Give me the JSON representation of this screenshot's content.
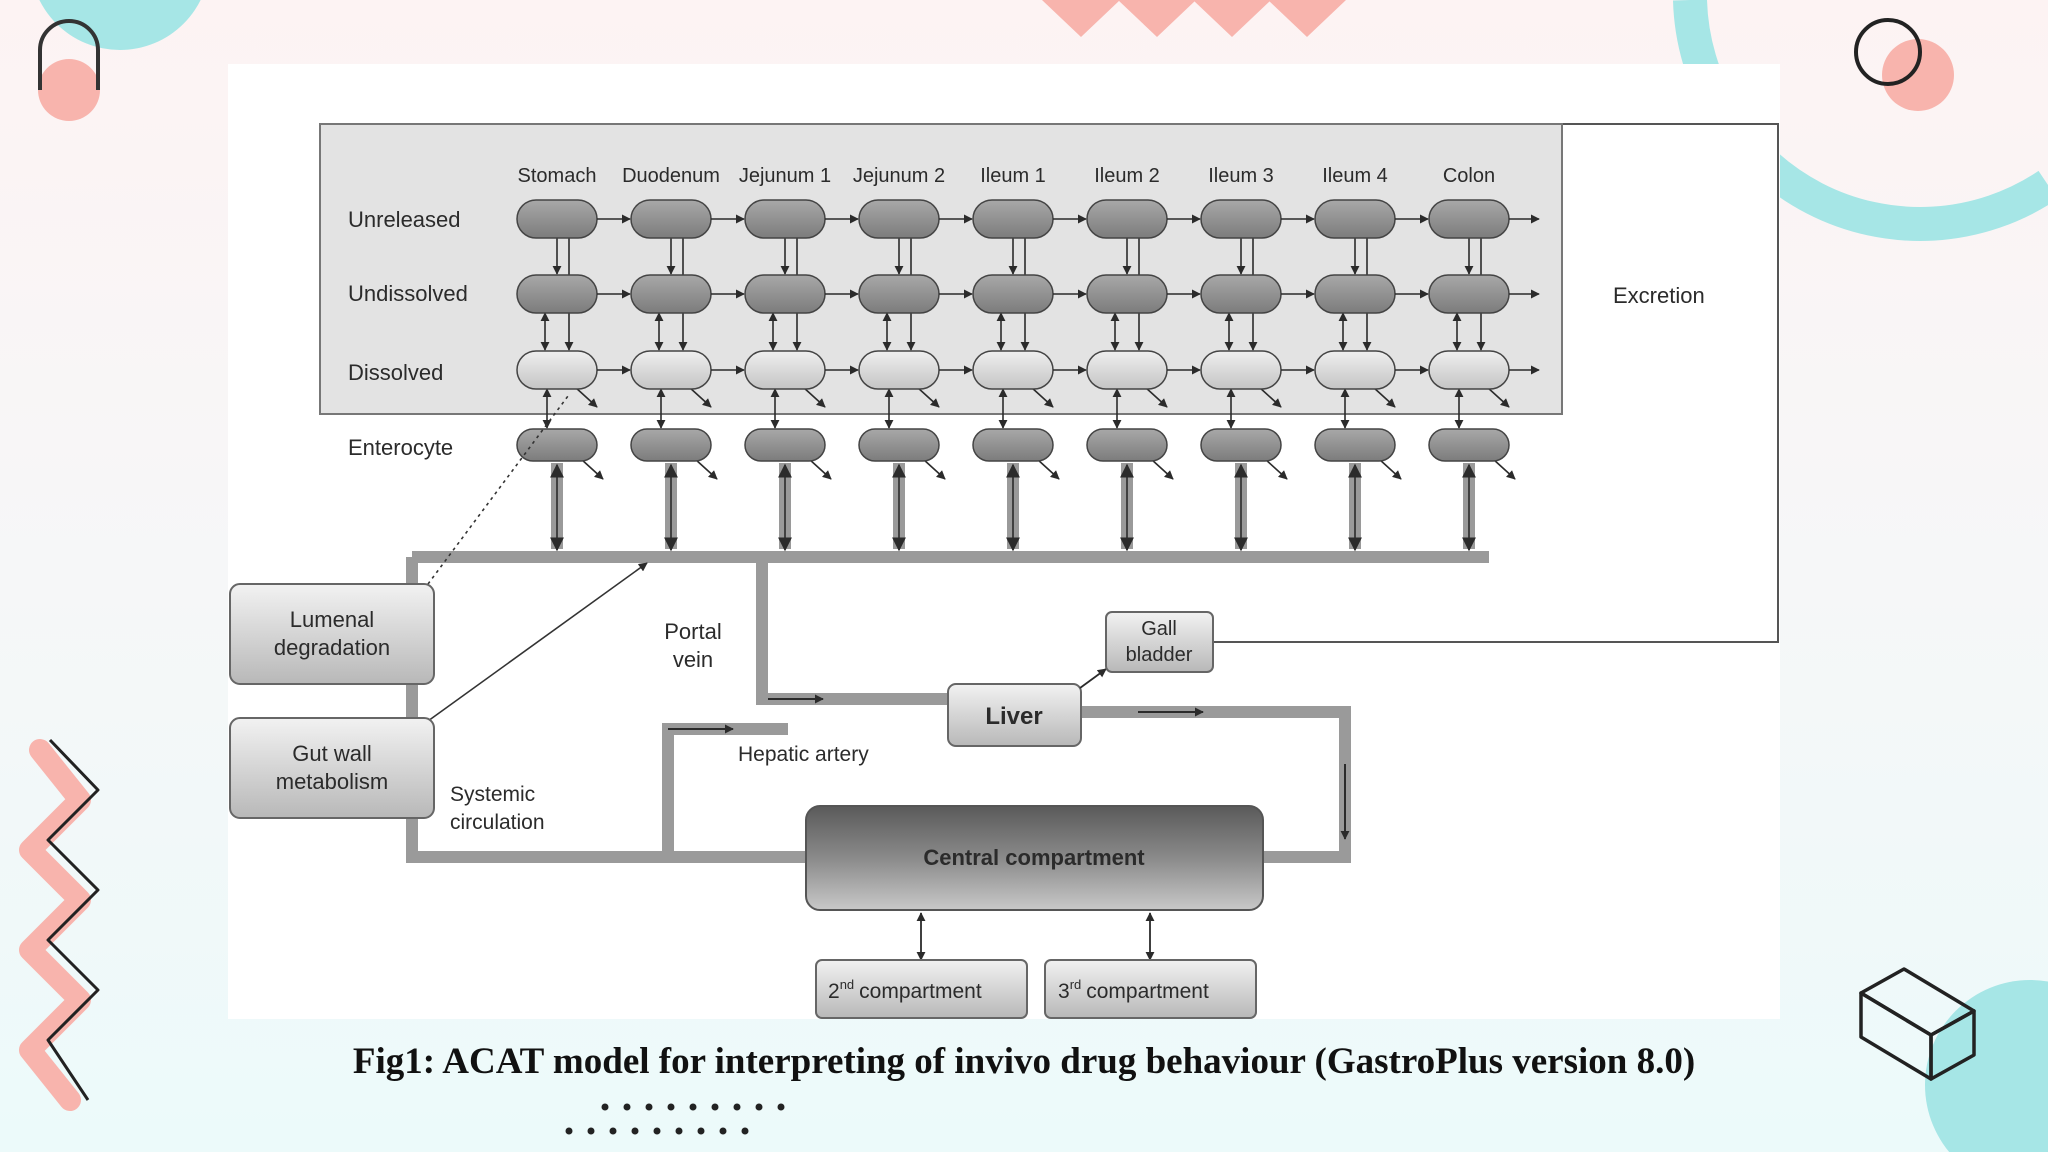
{
  "diagram": {
    "segments": [
      "Stomach",
      "Duodenum",
      "Jejunum 1",
      "Jejunum 2",
      "Ileum 1",
      "Ileum 2",
      "Ileum 3",
      "Ileum 4",
      "Colon"
    ],
    "row_labels": {
      "unreleased": "Unreleased",
      "undissolved": "Undissolved",
      "dissolved": "Dissolved",
      "enterocyte": "Enterocyte"
    },
    "excretion": "Excretion",
    "lumenal_degradation": [
      "Lumenal",
      "degradation"
    ],
    "gut_wall_metabolism": [
      "Gut wall",
      "metabolism"
    ],
    "portal_vein": [
      "Portal",
      "vein"
    ],
    "gall_bladder": [
      "Gall",
      "bladder"
    ],
    "liver": "Liver",
    "hepatic_artery": "Hepatic artery",
    "systemic_circulation": [
      "Systemic",
      "circulation"
    ],
    "central_compartment": "Central compartment",
    "second_compartment": {
      "num": "2",
      "sup": "nd",
      "text": "compartment"
    },
    "third_compartment": {
      "num": "3",
      "sup": "rd",
      "text": "compartment"
    }
  },
  "caption": "Fig1: ACAT model for interpreting of invivo drug behaviour (GastroPlus version 8.0)",
  "colors": {
    "pink_accent": "#f8b4ad",
    "teal_accent": "#a6e6e6",
    "oval_dark": "#8f8f8f",
    "oval_light": "#d9d9d9",
    "flow_bar": "#9a9a9a"
  }
}
